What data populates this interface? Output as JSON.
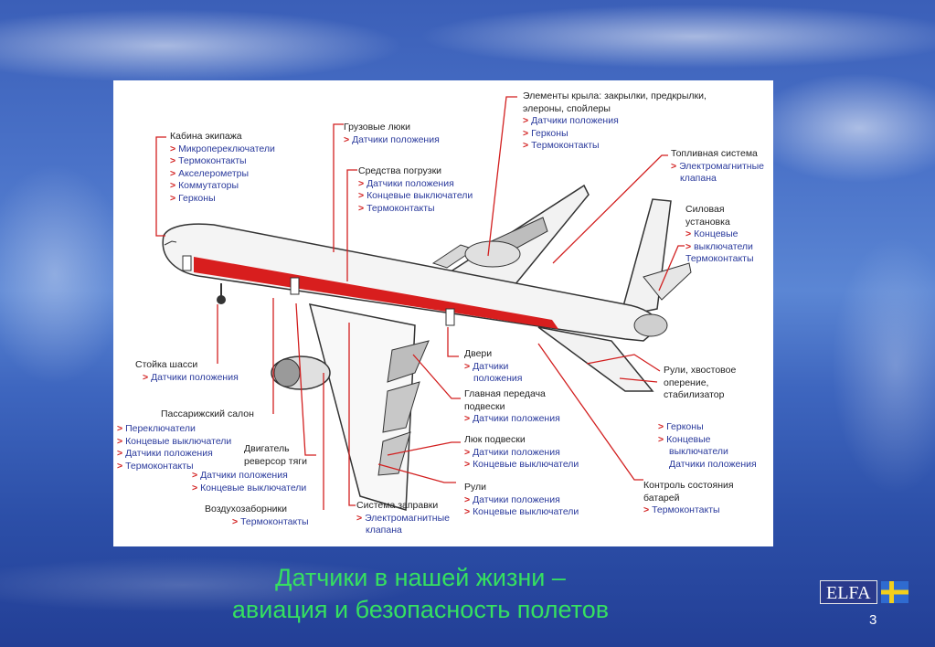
{
  "labels": {
    "cockpit": {
      "head": "Кабина экипажа",
      "items": [
        "Микропереключатели",
        "Термоконтакты",
        "Акселерометры",
        "Коммутаторы",
        "Герконы"
      ]
    },
    "cargo_hatches": {
      "head": "Грузовые люки",
      "items": [
        "Датчики положения"
      ]
    },
    "loading": {
      "head": "Средства погрузки",
      "items": [
        "Датчики положения",
        "Концевые выключатели",
        "Термоконтакты"
      ]
    },
    "wing": {
      "head1": "Элементы крыла: закрылки, предкрылки,",
      "head2": "элероны, спойлеры",
      "items": [
        "Датчики положения",
        "Герконы",
        "Термоконтакты"
      ]
    },
    "fuel": {
      "head": "Топливная система",
      "item1": "Электромагнитные",
      "item2": "клапана"
    },
    "power": {
      "head1": "Силовая",
      "head2": "установка",
      "item1": "Концевые",
      "item2": "выключатели",
      "item3": "Термоконтакты"
    },
    "gear": {
      "head": "Стойка шасси",
      "items": [
        "Датчики положения"
      ]
    },
    "doors": {
      "head": "Двери",
      "item1": "Датчики",
      "item2": "положения"
    },
    "gearbox": {
      "head1": "Главная передача",
      "head2": "подвески",
      "items": [
        "Датчики положения"
      ]
    },
    "hatch": {
      "head": "Люк подвески",
      "items": [
        "Датчики положения",
        "Концевые выключатели"
      ]
    },
    "rudders": {
      "head": "Рули",
      "items": [
        "Датчики положения",
        "Концевые выключатели"
      ]
    },
    "tail": {
      "head1": "Рули, хвостовое",
      "head2": "оперение,",
      "head3": "стабилизатор",
      "item1": "Герконы",
      "item2": "Концевые",
      "item3": "выключатели",
      "item4": "Датчики положения"
    },
    "cabin": {
      "head": "Пассарижский салон",
      "items": [
        "Переключатели",
        "Концевые выключатели",
        "Датчики положения",
        "Термоконтакты"
      ]
    },
    "engine": {
      "head1": "Двигатель",
      "head2": "реверсор тяги",
      "items": [
        "Датчики положения",
        "Концевые выключатели"
      ]
    },
    "intake": {
      "head": "Воздухозаборники",
      "items": [
        "Термоконтакты"
      ]
    },
    "refuel": {
      "head": "Система заправки",
      "item1": "Электромагнитные",
      "item2": "клапана"
    },
    "battery": {
      "head1": "Контроль состояния",
      "head2": "батарей",
      "items": [
        "Термоконтакты"
      ]
    }
  },
  "title": {
    "line1": "Датчики в нашей жизни –",
    "line2": "авиация и безопасность полетов"
  },
  "logo": "ELFA",
  "page_number": "3",
  "colors": {
    "title": "#35e060",
    "leader": "#d21f1f",
    "item_text": "#2a3a9c",
    "logo_bg": "#2a3a8c"
  }
}
